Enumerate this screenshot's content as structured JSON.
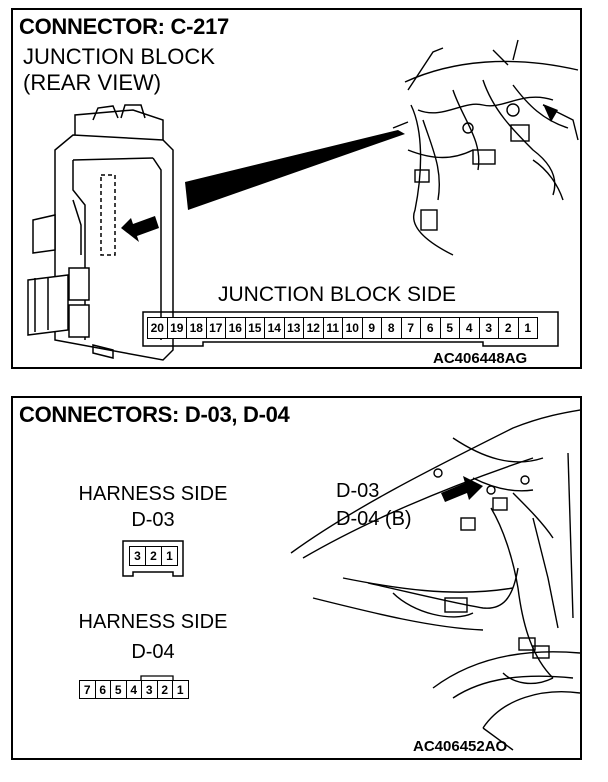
{
  "panel_top": {
    "title": "CONNECTOR: C-217",
    "subtitle_line1": "JUNCTION BLOCK",
    "subtitle_line2": "(REAR VIEW)",
    "side_label": "JUNCTION BLOCK SIDE",
    "pins": [
      "20",
      "19",
      "18",
      "17",
      "16",
      "15",
      "14",
      "13",
      "12",
      "11",
      "10",
      "9",
      "8",
      "7",
      "6",
      "5",
      "4",
      "3",
      "2",
      "1"
    ],
    "figure_id": "AC406448AG"
  },
  "panel_bottom": {
    "title": "CONNECTORS: D-03, D-04",
    "d03": {
      "heading": "HARNESS SIDE",
      "name": "D-03",
      "pins": [
        "3",
        "2",
        "1"
      ]
    },
    "d04": {
      "heading": "HARNESS SIDE",
      "name": "D-04",
      "pins": [
        "7",
        "6",
        "5",
        "4",
        "3",
        "2",
        "1"
      ]
    },
    "callout_line1": "D-03",
    "callout_line2": "D-04 (B)",
    "figure_id": "AC406452AO"
  }
}
